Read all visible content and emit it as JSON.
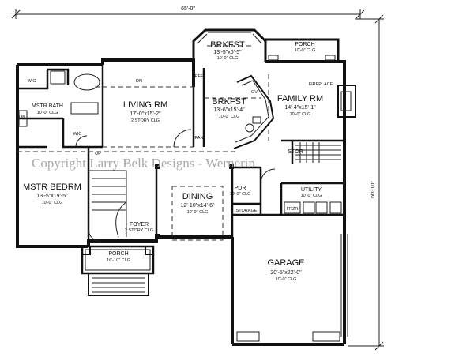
{
  "plan": {
    "dimensions": {
      "width": "65'-0\"",
      "depth": "60'-10\""
    },
    "watermark": "Copyright Larry Belk Designs - Wernerin",
    "rooms": [
      {
        "id": "brkfst-top",
        "name": "BRKFST",
        "size": "13'-5\"x6'-5\"",
        "ceiling": "10'-0\" CLG"
      },
      {
        "id": "porch-top",
        "name": "PORCH",
        "size": "",
        "ceiling": "10'-0\" CLG"
      },
      {
        "id": "living",
        "name": "LIVING RM",
        "size": "17'-0\"x15'-2\"",
        "ceiling": "2 STORY CLG"
      },
      {
        "id": "brkfst",
        "name": "BRKFST",
        "size": "13'-6\"x15'-4\"",
        "ceiling": "10'-0\" CLG"
      },
      {
        "id": "family",
        "name": "FAMILY RM",
        "size": "14'-4\"x15'-1\"",
        "ceiling": "10'-0\" CLG"
      },
      {
        "id": "mstr-bath",
        "name": "MSTR BATH",
        "size": "",
        "ceiling": "10'-0\" CLG"
      },
      {
        "id": "mstr-bedrm",
        "name": "MSTR BEDRM",
        "size": "13'-5\"x19'-5\"",
        "ceiling": "10'-0\" CLG"
      },
      {
        "id": "dining",
        "name": "DINING",
        "size": "12'-10\"x14'-6\"",
        "ceiling": "10'-0\" CLG"
      },
      {
        "id": "foyer",
        "name": "FOYER",
        "size": "",
        "ceiling": "2 STORY CLG"
      },
      {
        "id": "porch-front",
        "name": "PORCH",
        "size": "16'-10\" CLG",
        "ceiling": ""
      },
      {
        "id": "utility",
        "name": "UTILITY",
        "size": "",
        "ceiling": "10'-0\" CLG"
      },
      {
        "id": "garage",
        "name": "GARAGE",
        "size": "20'-5\"x22'-0\"",
        "ceiling": "10'-0\" CLG"
      }
    ],
    "small_labels": {
      "wic_top": "WIC",
      "wic_bottom": "WIC",
      "ref": "REF",
      "pan": "PAN",
      "ov": "OV",
      "fireplace": "FIREPLACE",
      "stor": "STOR",
      "pdr": "PDR",
      "pdr_ceiling": "10'-0\" CLG",
      "storage": "STORAGE",
      "frzr": "FRZR",
      "up": "UP",
      "dn": "DN",
      "lin": "LIN"
    }
  }
}
